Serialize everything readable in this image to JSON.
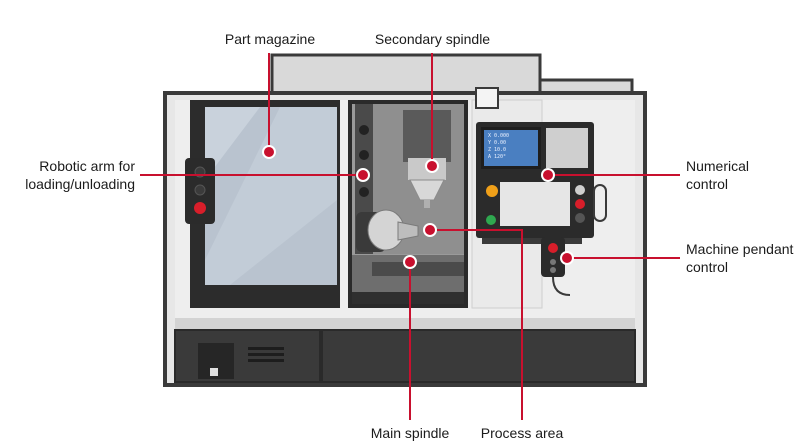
{
  "labels": {
    "part_magazine": "Part magazine",
    "secondary_spindle": "Secondary spindle",
    "robotic_arm_line1": "Robotic arm for",
    "robotic_arm_line2": "loading/unloading",
    "numerical_control_line1": "Numerical",
    "numerical_control_line2": "control",
    "pendant_line1": "Machine pendant",
    "pendant_line2": "control",
    "main_spindle": "Main spindle",
    "process_area": "Process area"
  },
  "screen_readout": [
    "X 0.000",
    "Y 0.00",
    "Z 10.0",
    "A 120°"
  ],
  "colors": {
    "leader": "#c8102e",
    "machine_body": "#e7e7e7",
    "frame": "#3a3a3a",
    "glass": "#b9c3cf",
    "screen": "#4a7fc1",
    "accent_red": "#d81e2a",
    "accent_green": "#2fa84f",
    "accent_orange": "#f0a019"
  }
}
